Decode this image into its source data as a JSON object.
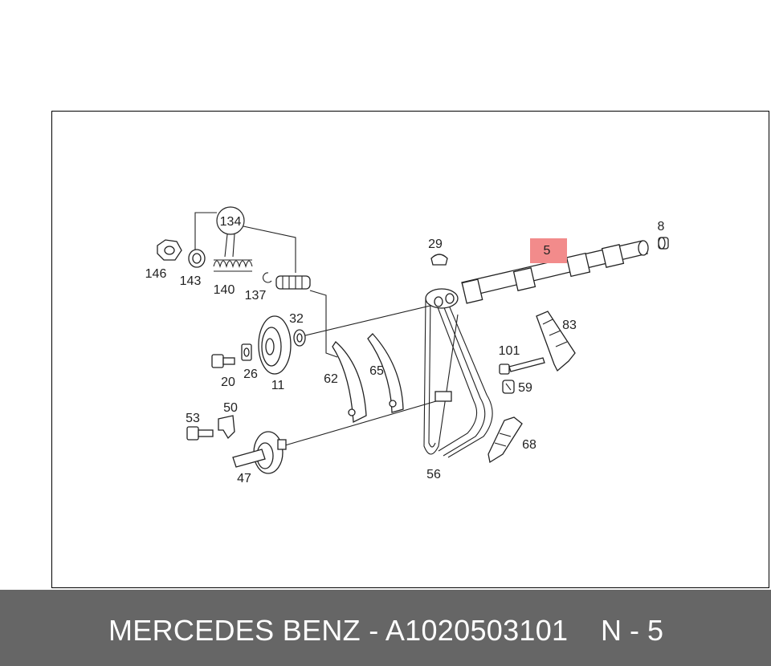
{
  "diagram": {
    "highlight_color": "#f28b8b",
    "highlighted_part": "5",
    "callouts": {
      "c134": "134",
      "c146": "146",
      "c143": "143",
      "c140": "140",
      "c137": "137",
      "c29": "29",
      "c5": "5",
      "c8": "8",
      "c83": "83",
      "c32": "32",
      "c20": "20",
      "c26": "26",
      "c11": "11",
      "c62": "62",
      "c65": "65",
      "c101": "101",
      "c59": "59",
      "c53": "53",
      "c50": "50",
      "c68": "68",
      "c47": "47",
      "c56": "56"
    }
  },
  "footer": {
    "part_text": "MERCEDES BENZ - A1020503101",
    "ref_text": "N - 5",
    "background": "#666666"
  }
}
